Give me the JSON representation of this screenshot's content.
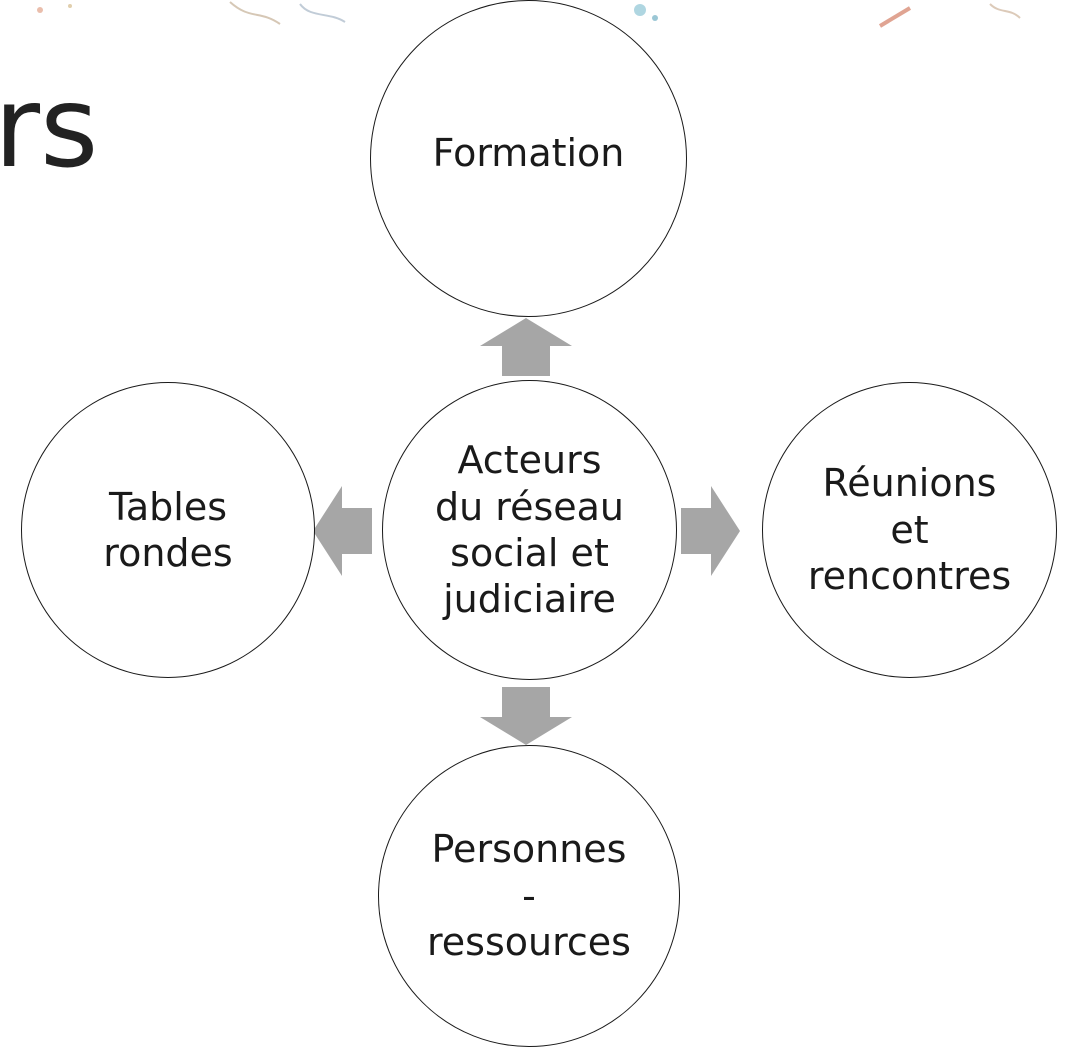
{
  "title_fragment": "rs",
  "diagram": {
    "center": {
      "label": "Acteurs\ndu réseau\nsocial et\njudiciaire"
    },
    "top": {
      "label": "Formation"
    },
    "right": {
      "label": "Réunions\net\nrencontres"
    },
    "bottom": {
      "label": "Personnes\n-\nressources"
    },
    "left": {
      "label": "Tables\nrondes"
    }
  },
  "colors": {
    "arrow": "#a6a6a6",
    "border": "#1a1a1a",
    "text": "#1a1a1a"
  }
}
